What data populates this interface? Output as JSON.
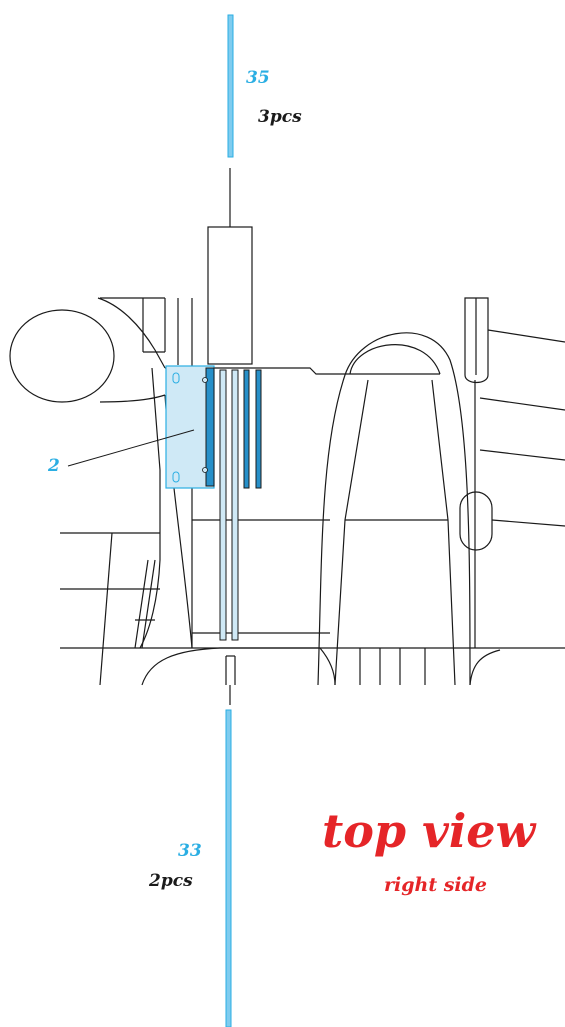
{
  "colors": {
    "line": "#1a1a1a",
    "part_fill": "#cfe9f6",
    "part_stroke": "#2aaee3",
    "strip_dark": "#2790c9",
    "label_blue": "#2aaee3",
    "label_red": "#e52528"
  },
  "callouts": {
    "part35": {
      "number": "35",
      "qty": "3pcs"
    },
    "part2": {
      "number": "2"
    },
    "part33": {
      "number": "33",
      "qty": "2pcs"
    }
  },
  "view": {
    "title": "top view",
    "subtitle": "right side"
  }
}
